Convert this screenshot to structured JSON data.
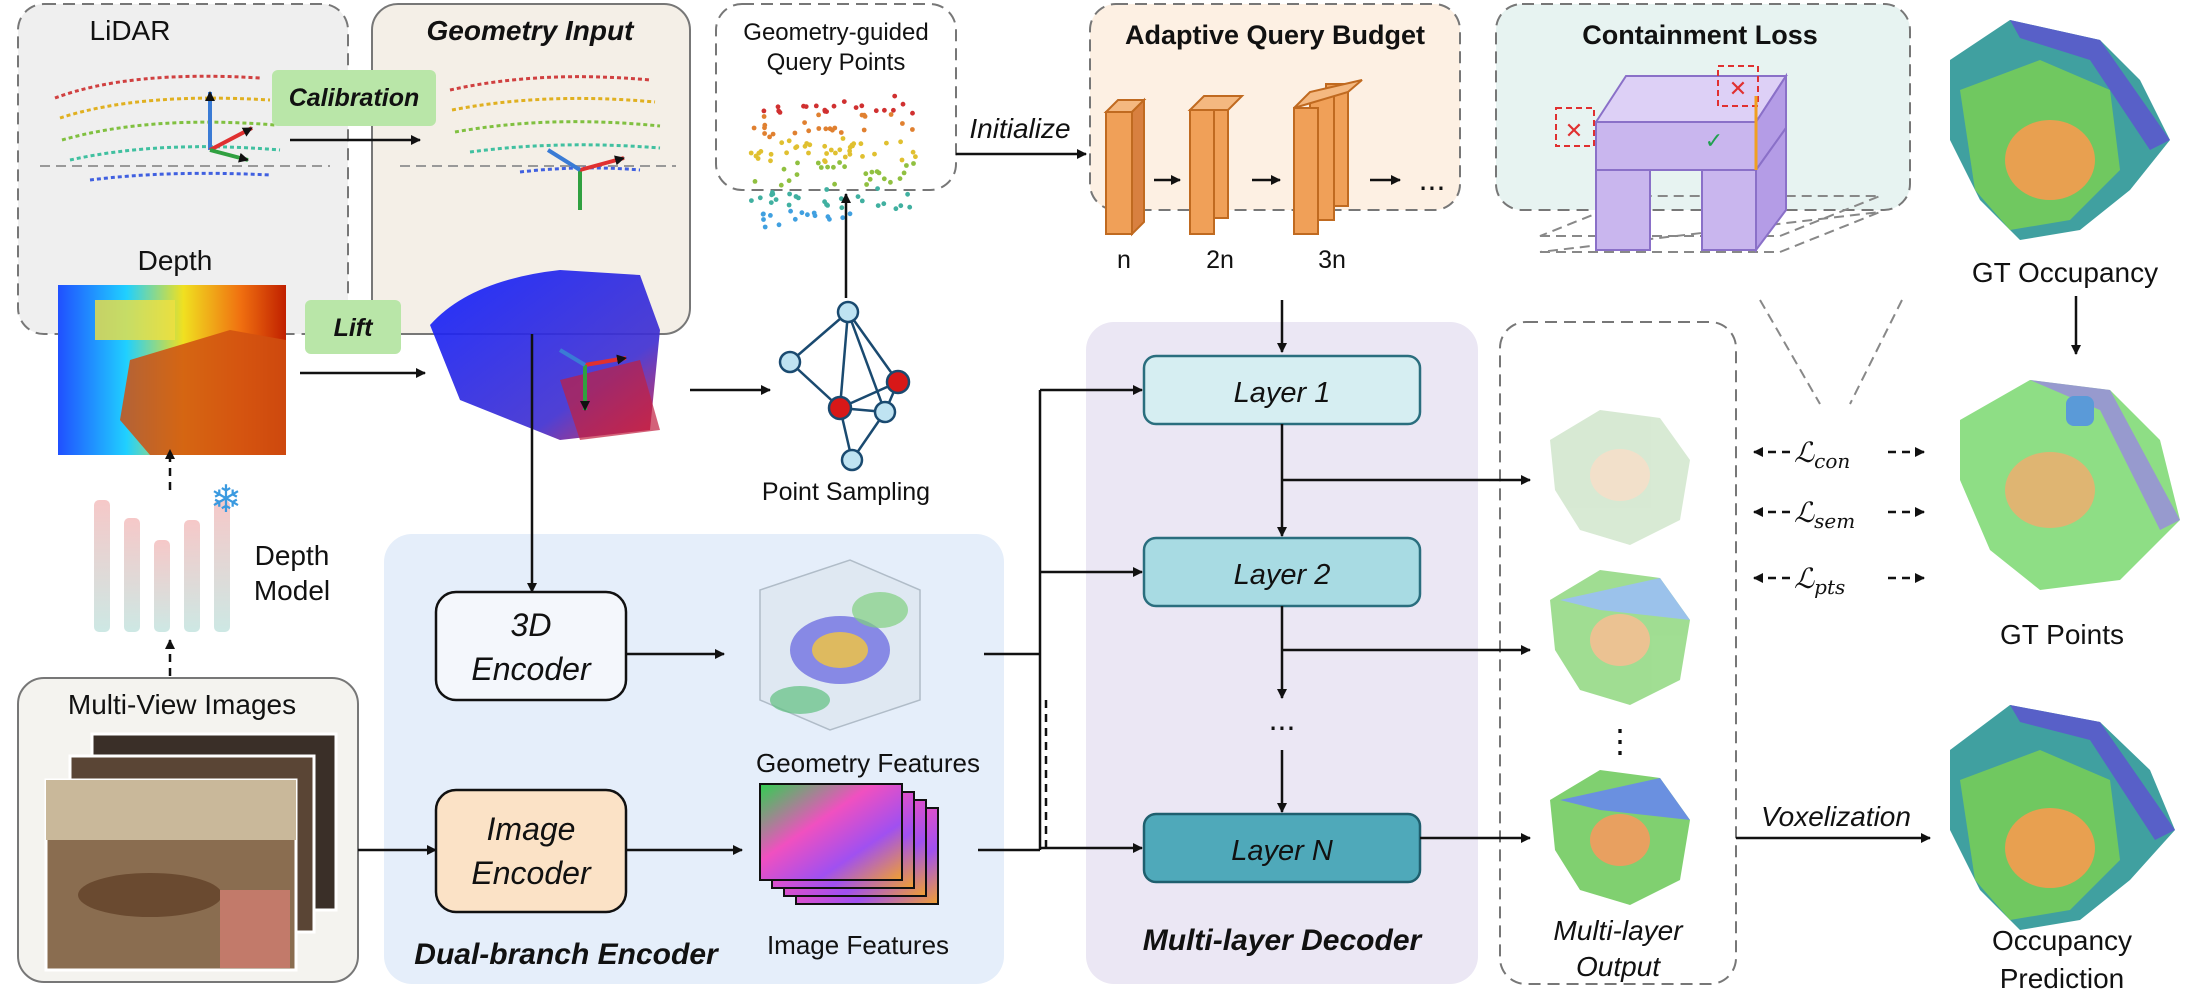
{
  "inputs": {
    "lidar": "LiDAR",
    "depth": "Depth",
    "calibration": "Calibration",
    "lift": "Lift",
    "depth_model": [
      "Depth",
      "Model"
    ],
    "multi_view_images": "Multi-View Images"
  },
  "geometry_input": {
    "title": "Geometry Input"
  },
  "query": {
    "title": [
      "Geometry-guided",
      "Query Points"
    ],
    "initialize": "Initialize",
    "point_sampling": "Point Sampling"
  },
  "budget": {
    "title": "Adaptive Query Budget",
    "labels": [
      "n",
      "2n",
      "3n"
    ],
    "ellipsis": "..."
  },
  "containment": {
    "title": "Containment Loss"
  },
  "gt": {
    "occupancy": "GT Occupancy",
    "points": "GT  Points",
    "prediction": [
      "Occupancy",
      "Prediction"
    ]
  },
  "encoder": {
    "title": "Dual-branch Encoder",
    "encoder_3d": [
      "3D",
      "Encoder"
    ],
    "image_encoder": [
      "Image",
      "Encoder"
    ],
    "geometry_features": "Geometry Features",
    "image_features": "Image Features"
  },
  "decoder": {
    "title": "Multi-layer Decoder",
    "layers": [
      "Layer 1",
      "Layer 2",
      "Layer N"
    ],
    "ellipsis": "...",
    "output": [
      "Multi-layer",
      "Output"
    ]
  },
  "losses": {
    "script_l": "ℒ",
    "con": "con",
    "sem": "sem",
    "pts": "pts"
  },
  "voxelization": "Voxelization",
  "colors": {
    "accent_orange": "#f0a058",
    "layer_blue_light": "#d6eef2",
    "layer_blue_dark": "#4fa9ba",
    "label_green": "#b9e6a8",
    "voxel_purple": "#c9b6ee"
  }
}
